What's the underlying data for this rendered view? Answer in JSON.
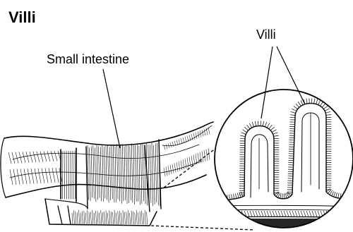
{
  "title": "Villi",
  "labels": {
    "small_intestine": "Small intestine",
    "villi": "Villi"
  },
  "colors": {
    "ink": "#000000",
    "background": "#ffffff"
  }
}
